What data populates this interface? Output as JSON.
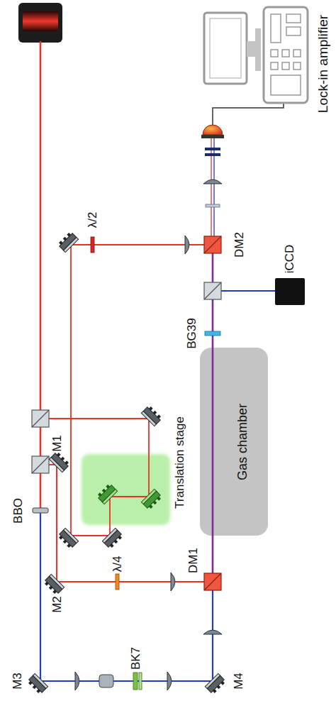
{
  "diagram": {
    "nodes": [
      {
        "text": [
          "Translation stage"
        ]
      },
      {
        "text": [
          "Gas chamber"
        ]
      }
    ],
    "labels": [
      "Lock-in amplifier",
      "λ/2",
      "DM2",
      "iCCD",
      "BG39",
      "λ/4",
      "DM1",
      "M4",
      "BK7",
      "M3",
      "BBO",
      "M1",
      "M2"
    ]
  }
}
